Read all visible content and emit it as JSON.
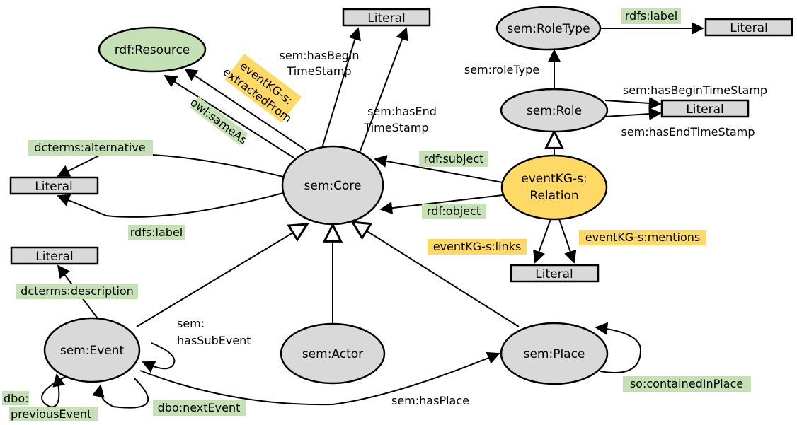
{
  "nodes": {
    "rdf_resource": "rdf:Resource",
    "sem_core": "sem:Core",
    "sem_roletype": "sem:RoleType",
    "sem_role": "sem:Role",
    "eventkg_relation_line1": "eventKG-s:",
    "eventkg_relation_line2": "Relation",
    "sem_event": "sem:Event",
    "sem_actor": "sem:Actor",
    "sem_place": "sem:Place"
  },
  "literals": {
    "literal_top": "Literal",
    "literal_roletype": "Literal",
    "literal_role": "Literal",
    "literal_core_left": "Literal",
    "literal_relation": "Literal",
    "literal_event": "Literal"
  },
  "edges": {
    "has_begin_timestamp_line1": "sem:hasBegin",
    "has_begin_timestamp_line2": "TimeStamp",
    "has_end_timestamp_line1": "sem:hasEnd",
    "has_end_timestamp_line2": "TimeStamp",
    "extracted_from_line1": "eventKG-s:",
    "extracted_from_line2": "extractedFrom",
    "owl_same_as": "owl:sameAs",
    "dcterms_alternative": "dcterms:alternative",
    "rdfs_label_core": "rdfs:label",
    "rdfs_label_roletype": "rdfs:label",
    "sem_role_type": "sem:roleType",
    "role_has_begin_timestamp": "sem:hasBeginTimeStamp",
    "role_has_end_timestamp": "sem:hasEndTimeStamp",
    "rdf_subject": "rdf:subject",
    "rdf_object": "rdf:object",
    "eventkg_links": "eventKG-s:links",
    "eventkg_mentions": "eventKG-s:mentions",
    "dcterms_description": "dcterms:description",
    "has_sub_event_line1": "sem:",
    "has_sub_event_line2": "hasSubEvent",
    "previous_event_line1": "dbo:",
    "previous_event_line2": "previousEvent",
    "next_event": "dbo:nextEvent",
    "has_place": "sem:hasPlace",
    "contained_in_place": "so:containedInPlace"
  },
  "colors": {
    "green_node": "#c5e0b4",
    "yellow_node": "#ffd966",
    "gray_node": "#d9d9d9",
    "green_highlight": "#c5e0b4",
    "yellow_highlight": "#ffd966"
  }
}
